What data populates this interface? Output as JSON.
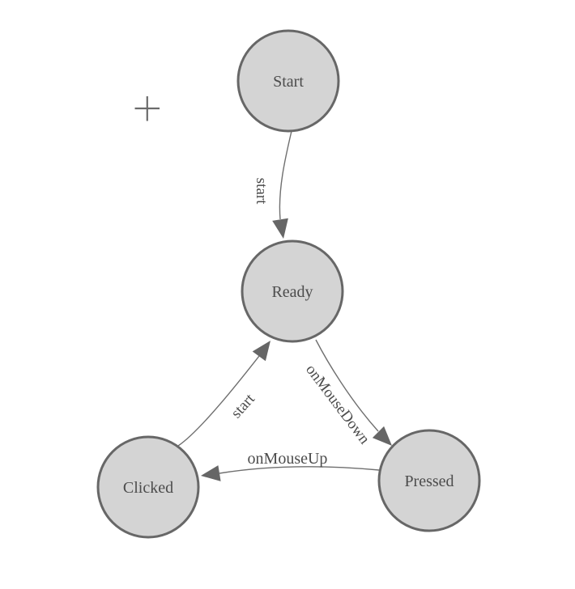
{
  "diagram": {
    "type": "state-machine",
    "nodes": [
      {
        "id": "start",
        "label": "Start"
      },
      {
        "id": "ready",
        "label": "Ready"
      },
      {
        "id": "clicked",
        "label": "Clicked"
      },
      {
        "id": "pressed",
        "label": "Pressed"
      }
    ],
    "edges": [
      {
        "from": "start",
        "to": "ready",
        "label": "start"
      },
      {
        "from": "clicked",
        "to": "ready",
        "label": "start"
      },
      {
        "from": "ready",
        "to": "pressed",
        "label": "onMouseDown"
      },
      {
        "from": "pressed",
        "to": "clicked",
        "label": "onMouseUp"
      }
    ],
    "icons": {
      "crosshair_cursor": "+"
    },
    "colors": {
      "background": "#ffffff",
      "node_fill": "#d4d4d4",
      "node_stroke": "#676767",
      "edge_stroke": "#6f6f6f",
      "arrow_fill": "#666666",
      "text": "#4c4c4c",
      "crosshair": "#6b6b6b"
    }
  }
}
